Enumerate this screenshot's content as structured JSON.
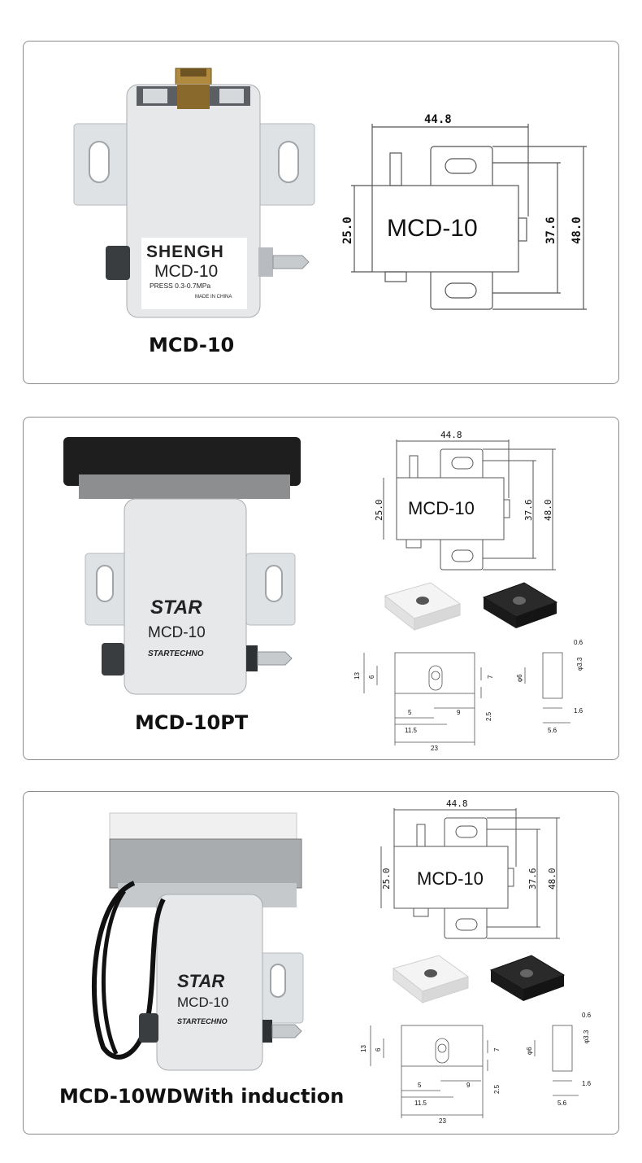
{
  "panels": [
    {
      "caption": "MCD-10",
      "product": {
        "brand": "SHENGH",
        "model": "MCD-10",
        "spec": "PRESS 0.3-0.7MPa",
        "origin": "MADE IN CHINA"
      },
      "drawing": {
        "label": "MCD-10",
        "width_dim": "44.8",
        "height_dim": "25.0",
        "inner_dim": "37.6",
        "outer_dim": "48.0"
      }
    },
    {
      "caption": "MCD-10PT",
      "product": {
        "brand": "STAR",
        "model": "MCD-10",
        "maker": "STARTECHNO"
      },
      "drawing": {
        "label": "MCD-10",
        "width_dim": "44.8",
        "height_dim": "25.0",
        "inner_dim": "37.6",
        "outer_dim": "48.0"
      },
      "pad_drawing": {
        "d13": "13",
        "d6": "6",
        "d7": "7",
        "d5": "5",
        "d9": "9",
        "d2_5": "2.5",
        "d11_5": "11.5",
        "d23": "23",
        "d0_6": "0.6",
        "d3_3": "φ3.3",
        "dphi6": "φ6",
        "d1_6": "1.6",
        "d5_6": "5.6"
      }
    },
    {
      "caption": "MCD-10WDWith induction",
      "product": {
        "brand": "STAR",
        "model": "MCD-10",
        "maker": "STARTECHNO"
      },
      "drawing": {
        "label": "MCD-10",
        "width_dim": "44.8",
        "height_dim": "25.0",
        "inner_dim": "37.6",
        "outer_dim": "48.0"
      },
      "pad_drawing": {
        "d13": "13",
        "d6": "6",
        "d7": "7",
        "d5": "5",
        "d9": "9",
        "d2_5": "2.5",
        "d11_5": "11.5",
        "d23": "23",
        "d0_6": "0.6",
        "d3_3": "φ3.3",
        "dphi6": "φ6",
        "d1_6": "1.6",
        "d5_6": "5.6"
      }
    }
  ],
  "colors": {
    "border": "#8a8a8a",
    "body": "#e6e8ea",
    "pad_white": "#f2f2f2",
    "pad_black": "#1e1e1e"
  }
}
